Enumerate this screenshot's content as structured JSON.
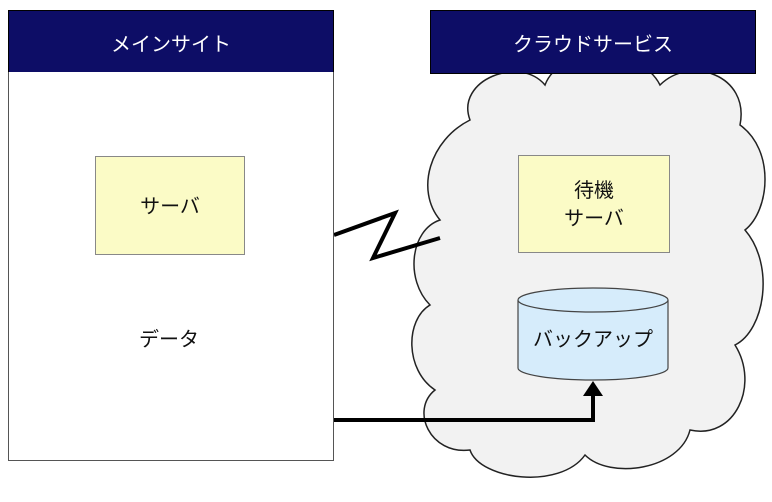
{
  "main_site": {
    "title": "メインサイト",
    "server_label": "サーバ",
    "data_label": "データ"
  },
  "cloud_service": {
    "title": "クラウドサービス",
    "standby_line1": "待機",
    "standby_line2": "サーバ",
    "backup_label": "バックアップ"
  },
  "colors": {
    "header_bg": "#0d0d66",
    "server_fill": "#fbfbc6",
    "cylinder_fill": "#d6ecfb",
    "cloud_fill": "#f2f2f2"
  }
}
